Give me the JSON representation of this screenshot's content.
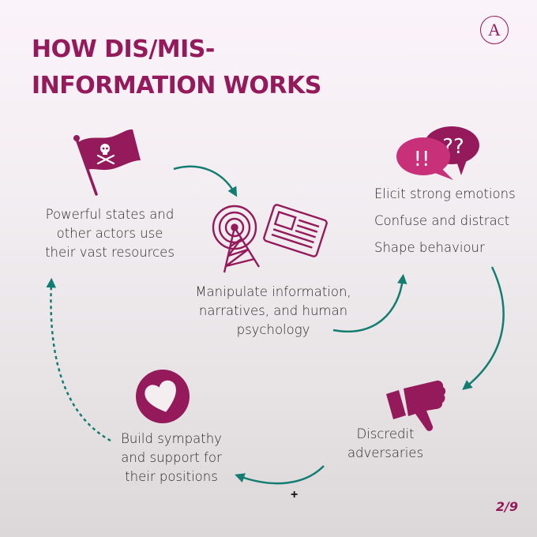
{
  "title": {
    "line1": "HOW DIS/MIS-",
    "line2": "INFORMATION WORKS"
  },
  "logo": {
    "letter": "A"
  },
  "colors": {
    "brand": "#941a5b",
    "bubble_light": "#c8307a",
    "arrow": "#137d72",
    "text": "#2a2a2a"
  },
  "steps": [
    {
      "icon": "pirate-flag-icon",
      "lines": [
        "Powerful states and",
        "other actors use",
        "their vast resources"
      ]
    },
    {
      "icon": "broadcast-tower-icon",
      "icon2": "newspaper-icon",
      "lines": [
        "Manipulate information,",
        "narratives, and human",
        "psychology"
      ]
    },
    {
      "icon": "speech-bubbles-icon",
      "bubble1": "!!",
      "bubble2": "??",
      "lines": [
        "Elicit strong emotions",
        "Confuse and distract",
        "Shape behaviour"
      ]
    },
    {
      "icon": "thumbs-down-icon",
      "lines": [
        "Discredit",
        "adversaries"
      ]
    },
    {
      "icon": "heart-icon",
      "lines": [
        "Build sympathy",
        "and support for",
        "their positions"
      ]
    }
  ],
  "page_indicator": "2/9",
  "cursor": "+"
}
